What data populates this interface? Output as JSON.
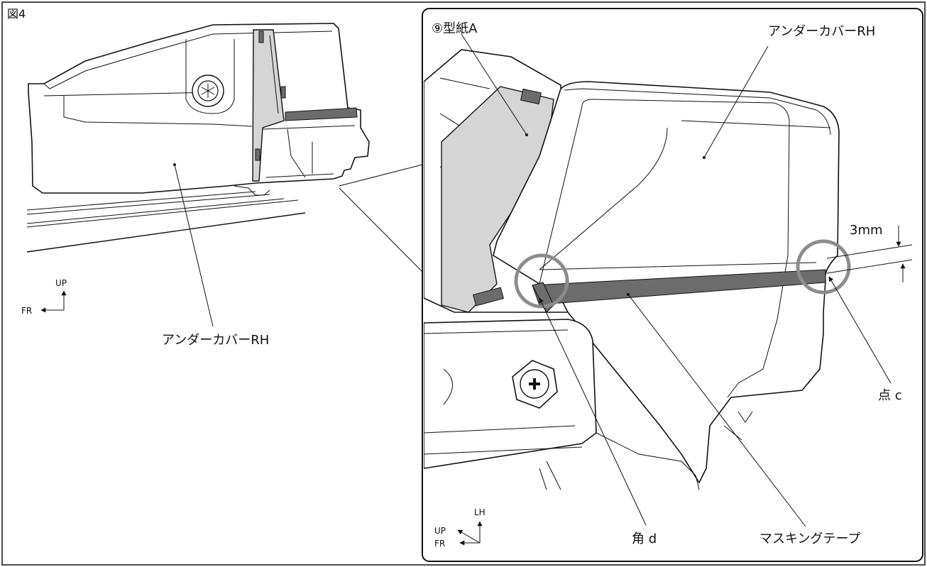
{
  "figure": {
    "title": "図4"
  },
  "labels": {
    "pattern_a": "⑨型紙A",
    "under_cover_detail": "アンダーカバーRH",
    "under_cover_overview": "アンダーカバーRH",
    "dimension_3mm": "3mm",
    "point_c": "点 c",
    "corner_d": "角 d",
    "masking_tape": "マスキングテープ"
  },
  "orientation_overview": {
    "up": "UP",
    "fr": "FR"
  },
  "orientation_detail": {
    "lh": "LH",
    "up": "UP",
    "fr": "FR"
  },
  "colors": {
    "paper_fill": "#d5d5d5",
    "tape_fill": "#6c6c6c",
    "highlight_ring": "#8c8c8c",
    "line": "#111111"
  }
}
